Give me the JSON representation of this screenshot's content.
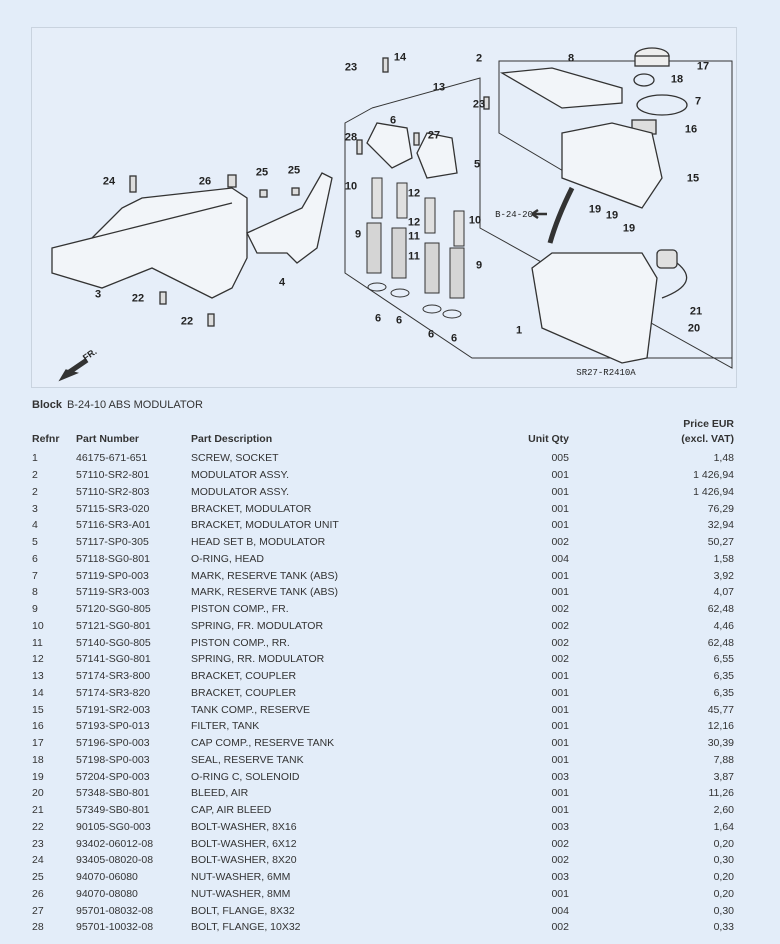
{
  "diagram": {
    "callouts": {
      "c2": "2",
      "c8": "8",
      "c17": "17",
      "c18": "18",
      "c7": "7",
      "c16": "16",
      "c15": "15",
      "c14": "14",
      "c23a": "23",
      "c13": "13",
      "c23b": "23",
      "c28": "28",
      "c6a": "6",
      "c27": "27",
      "c5": "5",
      "c10a": "10",
      "c12a": "12",
      "c12b": "12",
      "c10b": "10",
      "c9a": "9",
      "c11a": "11",
      "c11b": "11",
      "c9b": "9",
      "c6b": "6",
      "c6c": "6",
      "c6d": "6",
      "c6e": "6",
      "c24": "24",
      "c26": "26",
      "c25a": "25",
      "c25b": "25",
      "c3": "3",
      "c4": "4",
      "c22a": "22",
      "c22b": "22",
      "c1": "1",
      "c21": "21",
      "c20": "20",
      "c19a": "19",
      "c19b": "19",
      "c19c": "19"
    },
    "ref_block": "B-24-20",
    "drawing_code": "SR27-R2410A",
    "front_label": "FR."
  },
  "block": {
    "label": "Block",
    "value": "B-24-10 ABS MODULATOR"
  },
  "table": {
    "headers": {
      "refnr": "Refnr",
      "part_number": "Part Number",
      "description": "Part Description",
      "qty": "Unit Qty",
      "price_line1": "Price EUR",
      "price_line2": "(excl. VAT)"
    },
    "rows": [
      [
        "1",
        "46175-671-651",
        "SCREW, SOCKET",
        "005",
        "1,48"
      ],
      [
        "2",
        "57110-SR2-801",
        "MODULATOR ASSY.",
        "001",
        "1 426,94"
      ],
      [
        "2",
        "57110-SR2-803",
        "MODULATOR ASSY.",
        "001",
        "1 426,94"
      ],
      [
        "3",
        "57115-SR3-020",
        "BRACKET, MODULATOR",
        "001",
        "76,29"
      ],
      [
        "4",
        "57116-SR3-A01",
        "BRACKET, MODULATOR UNIT",
        "001",
        "32,94"
      ],
      [
        "5",
        "57117-SP0-305",
        "HEAD SET B, MODULATOR",
        "002",
        "50,27"
      ],
      [
        "6",
        "57118-SG0-801",
        "O-RING, HEAD",
        "004",
        "1,58"
      ],
      [
        "7",
        "57119-SP0-003",
        "MARK, RESERVE TANK (ABS)",
        "001",
        "3,92"
      ],
      [
        "8",
        "57119-SR3-003",
        "MARK, RESERVE TANK (ABS)",
        "001",
        "4,07"
      ],
      [
        "9",
        "57120-SG0-805",
        "PISTON COMP., FR.",
        "002",
        "62,48"
      ],
      [
        "10",
        "57121-SG0-801",
        "SPRING, FR. MODULATOR",
        "002",
        "4,46"
      ],
      [
        "11",
        "57140-SG0-805",
        "PISTON COMP., RR.",
        "002",
        "62,48"
      ],
      [
        "12",
        "57141-SG0-801",
        "SPRING, RR. MODULATOR",
        "002",
        "6,55"
      ],
      [
        "13",
        "57174-SR3-800",
        "BRACKET, COUPLER",
        "001",
        "6,35"
      ],
      [
        "14",
        "57174-SR3-820",
        "BRACKET, COUPLER",
        "001",
        "6,35"
      ],
      [
        "15",
        "57191-SR2-003",
        "TANK COMP., RESERVE",
        "001",
        "45,77"
      ],
      [
        "16",
        "57193-SP0-013",
        "FILTER, TANK",
        "001",
        "12,16"
      ],
      [
        "17",
        "57196-SP0-003",
        "CAP COMP., RESERVE TANK",
        "001",
        "30,39"
      ],
      [
        "18",
        "57198-SP0-003",
        "SEAL, RESERVE TANK",
        "001",
        "7,88"
      ],
      [
        "19",
        "57204-SP0-003",
        "O-RING C, SOLENOID",
        "003",
        "3,87"
      ],
      [
        "20",
        "57348-SB0-801",
        "BLEED, AIR",
        "001",
        "11,26"
      ],
      [
        "21",
        "57349-SB0-801",
        "CAP, AIR BLEED",
        "001",
        "2,60"
      ],
      [
        "22",
        "90105-SG0-003",
        "BOLT-WASHER, 8X16",
        "003",
        "1,64"
      ],
      [
        "23",
        "93402-06012-08",
        "BOLT-WASHER, 6X12",
        "002",
        "0,20"
      ],
      [
        "24",
        "93405-08020-08",
        "BOLT-WASHER, 8X20",
        "002",
        "0,30"
      ],
      [
        "25",
        "94070-06080",
        "NUT-WASHER, 6MM",
        "003",
        "0,20"
      ],
      [
        "26",
        "94070-08080",
        "NUT-WASHER, 8MM",
        "001",
        "0,20"
      ],
      [
        "27",
        "95701-08032-08",
        "BOLT, FLANGE, 8X32",
        "004",
        "0,30"
      ],
      [
        "28",
        "95701-10032-08",
        "BOLT, FLANGE, 10X32",
        "002",
        "0,33"
      ]
    ]
  }
}
